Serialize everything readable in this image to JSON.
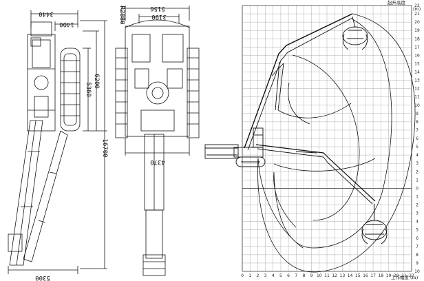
{
  "side_view": {
    "dimensions": [
      "3440",
      "1400",
      "5360",
      "6200",
      "16700",
      "5300"
    ]
  },
  "top_view": {
    "dimensions": [
      "5156",
      "3190",
      "R2880",
      "4370"
    ]
  },
  "work_range_chart": {
    "y_caption": "起升高度",
    "y_unit": "(m)",
    "x_caption": "工作幅度",
    "x_unit": "(m)",
    "x_ticks": [
      "0",
      "1",
      "2",
      "3",
      "4",
      "5",
      "6",
      "7",
      "8",
      "9",
      "10",
      "11",
      "12",
      "13",
      "14",
      "15",
      "16",
      "17",
      "18",
      "19",
      "20",
      "21",
      "22"
    ],
    "y_ticks_up": [
      "22",
      "21",
      "20",
      "19",
      "18",
      "17",
      "16",
      "15",
      "14",
      "13",
      "12",
      "11",
      "10",
      "9",
      "8",
      "7",
      "6",
      "5",
      "4",
      "3",
      "2",
      "1",
      "0"
    ],
    "y_ticks_down": [
      "1",
      "2",
      "3",
      "4",
      "5",
      "6",
      "7",
      "8",
      "9",
      "10"
    ],
    "colors": {
      "grid": "#9a9a9a",
      "line": "#111111"
    }
  }
}
